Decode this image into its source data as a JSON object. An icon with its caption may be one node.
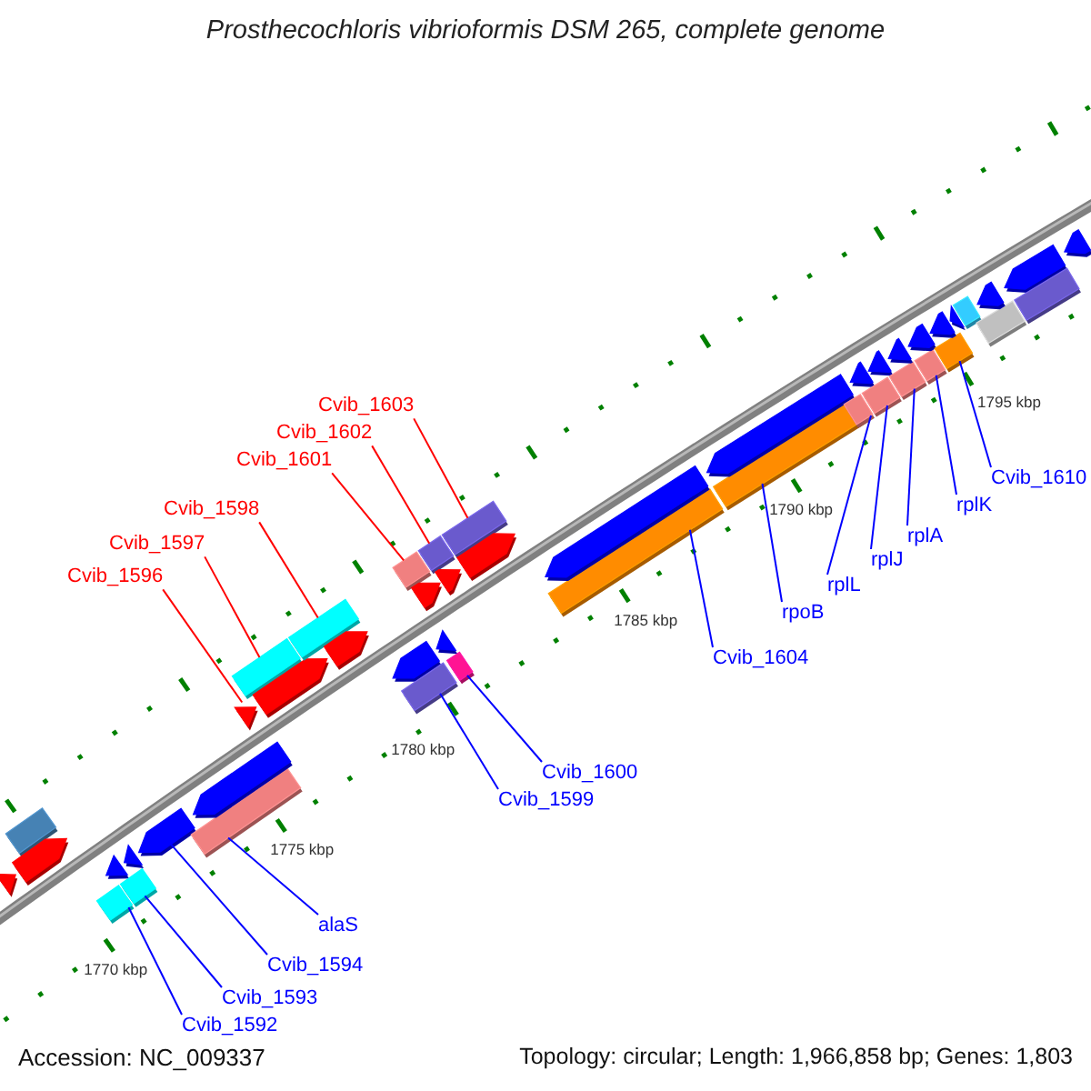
{
  "diagram": {
    "title": "Prosthecochloris vibrioformis DSM 265, complete genome",
    "nodes": [
      {
        "text": [
          "Cvib_1603"
        ]
      },
      {
        "text": [
          "Cvib_1602"
        ]
      },
      {
        "text": [
          "Cvib_1601"
        ]
      },
      {
        "text": [
          "Cvib_1598"
        ]
      },
      {
        "text": [
          "Cvib_1597"
        ]
      },
      {
        "text": [
          "Cvib_1596"
        ]
      },
      {
        "text": [
          "Cvib_1610"
        ]
      },
      {
        "text": [
          "rplK"
        ]
      },
      {
        "text": [
          "rplA"
        ]
      },
      {
        "text": [
          "rplJ"
        ]
      },
      {
        "text": [
          "rplL"
        ]
      },
      {
        "text": [
          "rpoB"
        ]
      },
      {
        "text": [
          "Cvib_1604"
        ]
      },
      {
        "text": [
          "Cvib_1600"
        ]
      },
      {
        "text": [
          "Cvib_1599"
        ]
      },
      {
        "text": [
          "alaS"
        ]
      },
      {
        "text": [
          "Cvib_1594"
        ]
      },
      {
        "text": [
          "Cvib_1593"
        ]
      },
      {
        "text": [
          "Cvib_1592"
        ]
      },
      {
        "text": [],
        "shape": "arrow"
      },
      {
        "text": [],
        "shape": "box"
      },
      {
        "text": [],
        "shape": "arrow"
      },
      {
        "text": [],
        "shape": "box"
      },
      {
        "text": [],
        "shape": "arrow"
      },
      {
        "text": [],
        "shape": "box"
      },
      {
        "text": [],
        "shape": "arrow"
      },
      {
        "text": [],
        "shape": "arrow"
      },
      {
        "text": [],
        "shape": "box"
      },
      {
        "text": [],
        "shape": "arrow"
      },
      {
        "text": [],
        "shape": "arrow"
      },
      {
        "text": [],
        "shape": "box"
      },
      {
        "text": [],
        "shape": "arrow"
      },
      {
        "text": [],
        "shape": "box"
      },
      {
        "text": [],
        "shape": "arrow"
      },
      {
        "text": [],
        "shape": "arrow"
      },
      {
        "text": [],
        "shape": "box"
      },
      {
        "text": [],
        "shape": "arrow"
      },
      {
        "text": [],
        "shape": "box"
      },
      {
        "text": [],
        "shape": "box"
      },
      {
        "text": [],
        "shape": "arrow"
      },
      {
        "text": [],
        "shape": "box"
      },
      {
        "text": [],
        "shape": "arrow"
      },
      {
        "text": [],
        "shape": "box"
      },
      {
        "text": [],
        "shape": "arrow"
      },
      {
        "text": [],
        "shape": "box"
      },
      {
        "text": [],
        "shape": "arrow"
      },
      {
        "text": [],
        "shape": "box"
      },
      {
        "text": [],
        "shape": "arrow"
      },
      {
        "text": [],
        "shape": "box"
      },
      {
        "text": [],
        "shape": "arrow"
      },
      {
        "text": [],
        "shape": "box"
      },
      {
        "text": [],
        "shape": "arrow"
      },
      {
        "text": [],
        "shape": "box"
      },
      {
        "text": [],
        "shape": "arrow"
      },
      {
        "text": [],
        "shape": "box"
      },
      {
        "text": [],
        "shape": "arrow"
      },
      {
        "text": [],
        "shape": "box"
      },
      {
        "text": [],
        "shape": "arrow"
      },
      {
        "text": [],
        "shape": "arrow"
      },
      {
        "text": [],
        "shape": "box"
      },
      {
        "text": [],
        "shape": "box"
      },
      {
        "text": [],
        "shape": "arrow"
      },
      {
        "text": [],
        "shape": "arrow"
      },
      {
        "text": [],
        "shape": "box"
      },
      {
        "text": [],
        "shape": "arrow"
      }
    ],
    "edges": [
      {
        "from": 0,
        "to": 42,
        "arrow": "none",
        "color": "#ff0000"
      },
      {
        "from": 1,
        "to": 40,
        "arrow": "none",
        "color": "#ff0000"
      },
      {
        "from": 2,
        "to": 38,
        "arrow": "none",
        "color": "#ff0000"
      },
      {
        "from": 3,
        "to": 32,
        "arrow": "none",
        "color": "#ff0000"
      },
      {
        "from": 4,
        "to": 30,
        "arrow": "none",
        "color": "#ff0000"
      },
      {
        "from": 5,
        "to": 29,
        "arrow": "none",
        "color": "#ff0000"
      },
      {
        "from": 6,
        "to": 56,
        "arrow": "none"
      },
      {
        "from": 7,
        "to": 54,
        "arrow": "none"
      },
      {
        "from": 8,
        "to": 52,
        "arrow": "none"
      },
      {
        "from": 9,
        "to": 50,
        "arrow": "none"
      },
      {
        "from": 10,
        "to": 48,
        "arrow": "none"
      },
      {
        "from": 11,
        "to": 46,
        "arrow": "none"
      },
      {
        "from": 12,
        "to": 44,
        "arrow": "none"
      },
      {
        "from": 13,
        "to": 37,
        "arrow": "none"
      },
      {
        "from": 14,
        "to": 35,
        "arrow": "none"
      },
      {
        "from": 15,
        "to": 27,
        "arrow": "none"
      },
      {
        "from": 16,
        "to": 26,
        "arrow": "none"
      },
      {
        "from": 17,
        "to": 24,
        "arrow": "none"
      },
      {
        "from": 18,
        "to": 22,
        "arrow": "none"
      }
    ],
    "labels": [
      "1770 kbp",
      "1775 kbp",
      "1780 kbp",
      "1785 kbp",
      "1790 kbp",
      "1795 kbp",
      "Accession: NC_009337",
      "Topology: circular; Length: 1,966,858 bp; Genes: 1,803"
    ]
  }
}
